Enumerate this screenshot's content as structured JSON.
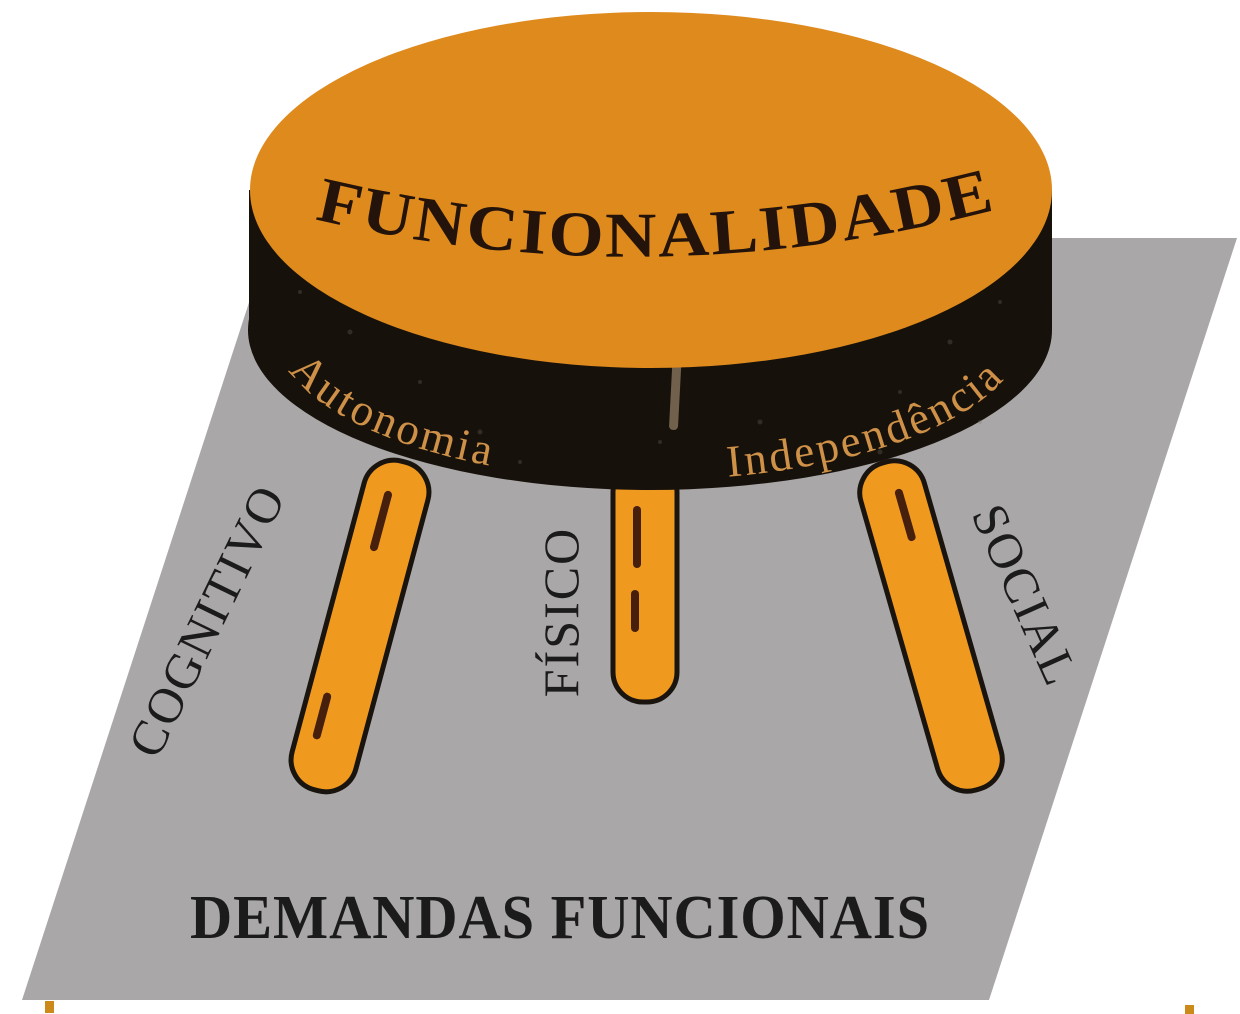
{
  "diagram": {
    "title": "FUNCIONALIDADE",
    "band": {
      "left_label": "Autonomia",
      "right_label": "Independência"
    },
    "legs": [
      {
        "label": "COGNITIVO"
      },
      {
        "label": "FÍSICO"
      },
      {
        "label": "SOCIAL"
      }
    ],
    "floor_label": "DEMANDAS FUNCIONAIS",
    "colors": {
      "background": "#FFFFFF",
      "floor_gray": "#A9A7A8",
      "seat_orange": "#DE8A1D",
      "leg_orange": "#F0991F",
      "band_black": "#17110C",
      "band_text_orange": "#CE9147",
      "title_dark": "#23130A",
      "label_dark": "#1B1B1B",
      "leg_dash_brown": "#46200D",
      "accent_tick": "#CC8A1A"
    }
  }
}
